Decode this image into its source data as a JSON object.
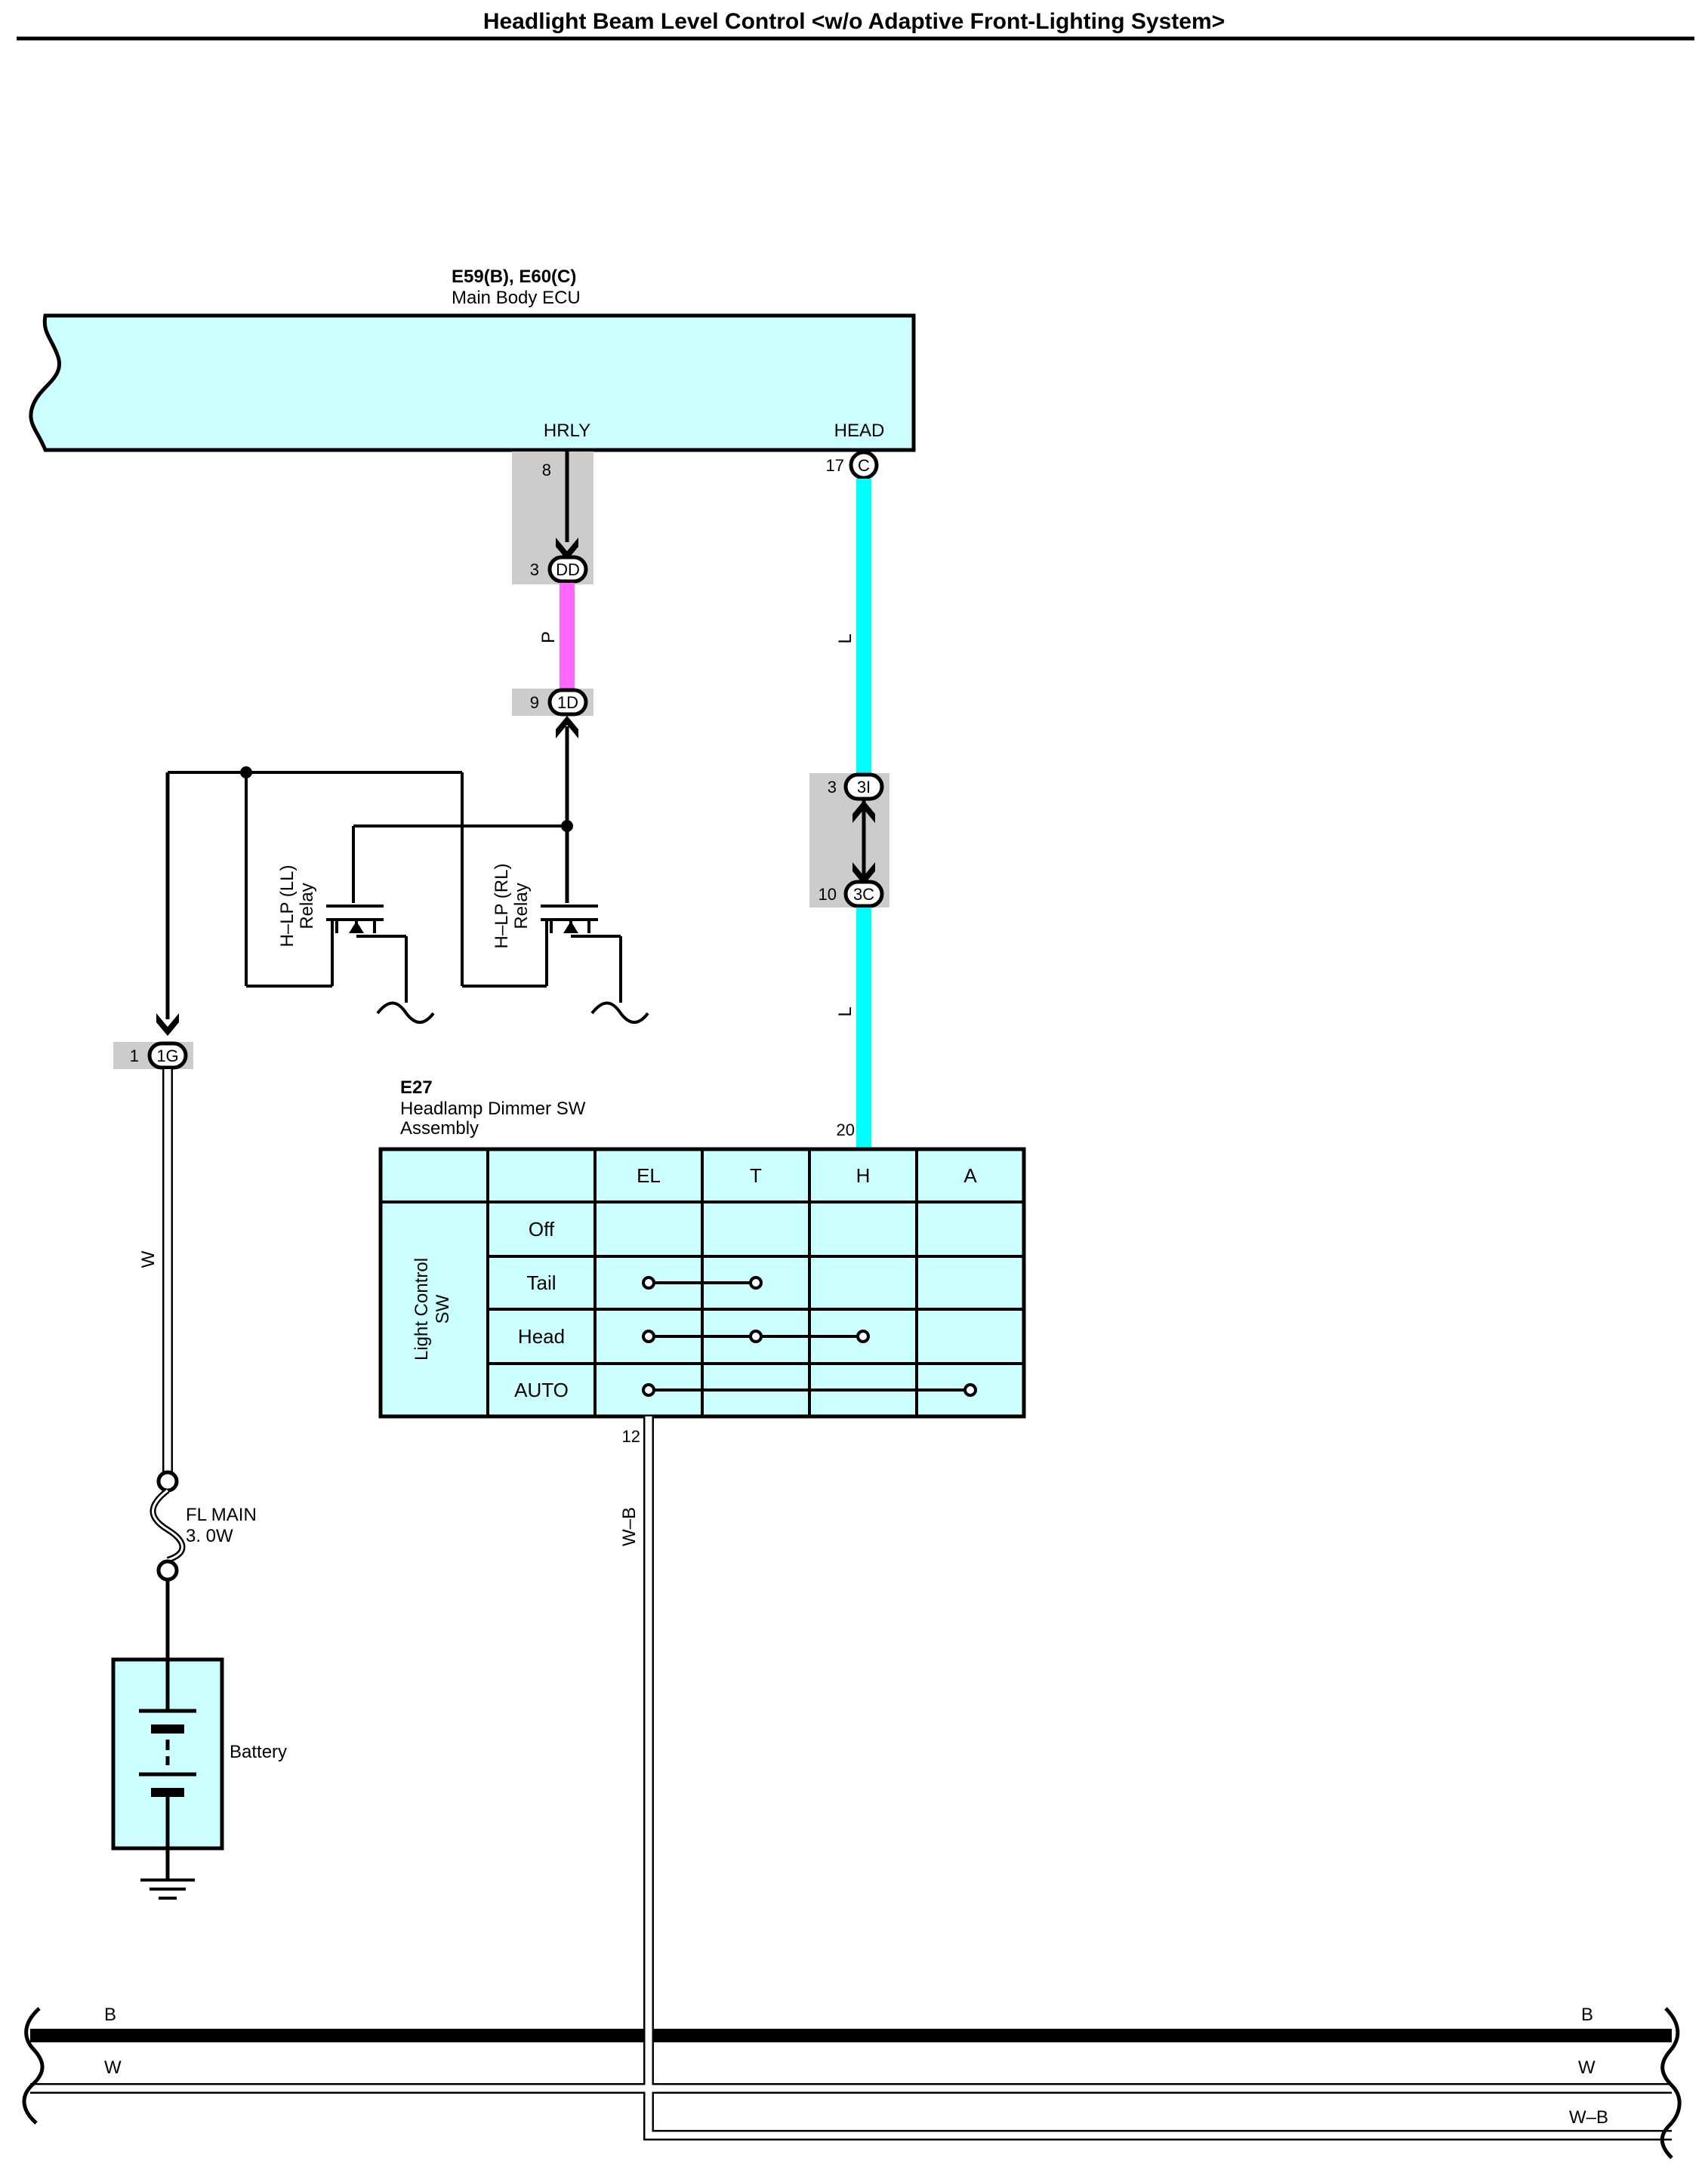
{
  "title": "Headlight Beam Level Control <w/o Adaptive Front-Lighting System>",
  "ecu": {
    "code": "E59(B), E60(C)",
    "name": "Main Body ECU",
    "terminals": [
      {
        "label": "HRLY",
        "pin": "8"
      },
      {
        "label": "HEAD",
        "pin": "17",
        "connector": "C"
      }
    ]
  },
  "connectors": {
    "dd": {
      "pin": "3",
      "code": "DD"
    },
    "d1": {
      "pin": "9",
      "code": "1D"
    },
    "i3": {
      "pin": "3",
      "code": "3I"
    },
    "c3": {
      "pin": "10",
      "code": "3C"
    },
    "g1": {
      "pin": "1",
      "code": "1G"
    }
  },
  "wires": {
    "p": "P",
    "l_upper": "L",
    "l_lower": "L",
    "w": "W",
    "wb": "W–B"
  },
  "relays": [
    {
      "line1": "H–LP (LL)",
      "line2": "Relay"
    },
    {
      "line1": "H–LP (RL)",
      "line2": "Relay"
    }
  ],
  "fuse": {
    "name": "FL MAIN",
    "rating": "3. 0W"
  },
  "battery": "Battery",
  "switch": {
    "code": "E27",
    "name_line1": "Headlamp Dimmer SW",
    "name_line2": "Assembly",
    "pin_top": "20",
    "pin_bottom": "12",
    "columns": [
      "EL",
      "T",
      "H",
      "A"
    ],
    "rows": [
      "Off",
      "Tail",
      "Head",
      "AUTO"
    ],
    "group_line1": "Light Control",
    "group_line2": "SW"
  },
  "bus": {
    "b_left": "B",
    "b_right": "B",
    "w_left": "W",
    "w_right": "W",
    "wb_right": "W–B"
  },
  "colors": {
    "ecu_fill": "#ccffff",
    "wire_l": "#00ffff",
    "wire_p": "#ff66ff",
    "connector_shade": "#cccccc"
  }
}
